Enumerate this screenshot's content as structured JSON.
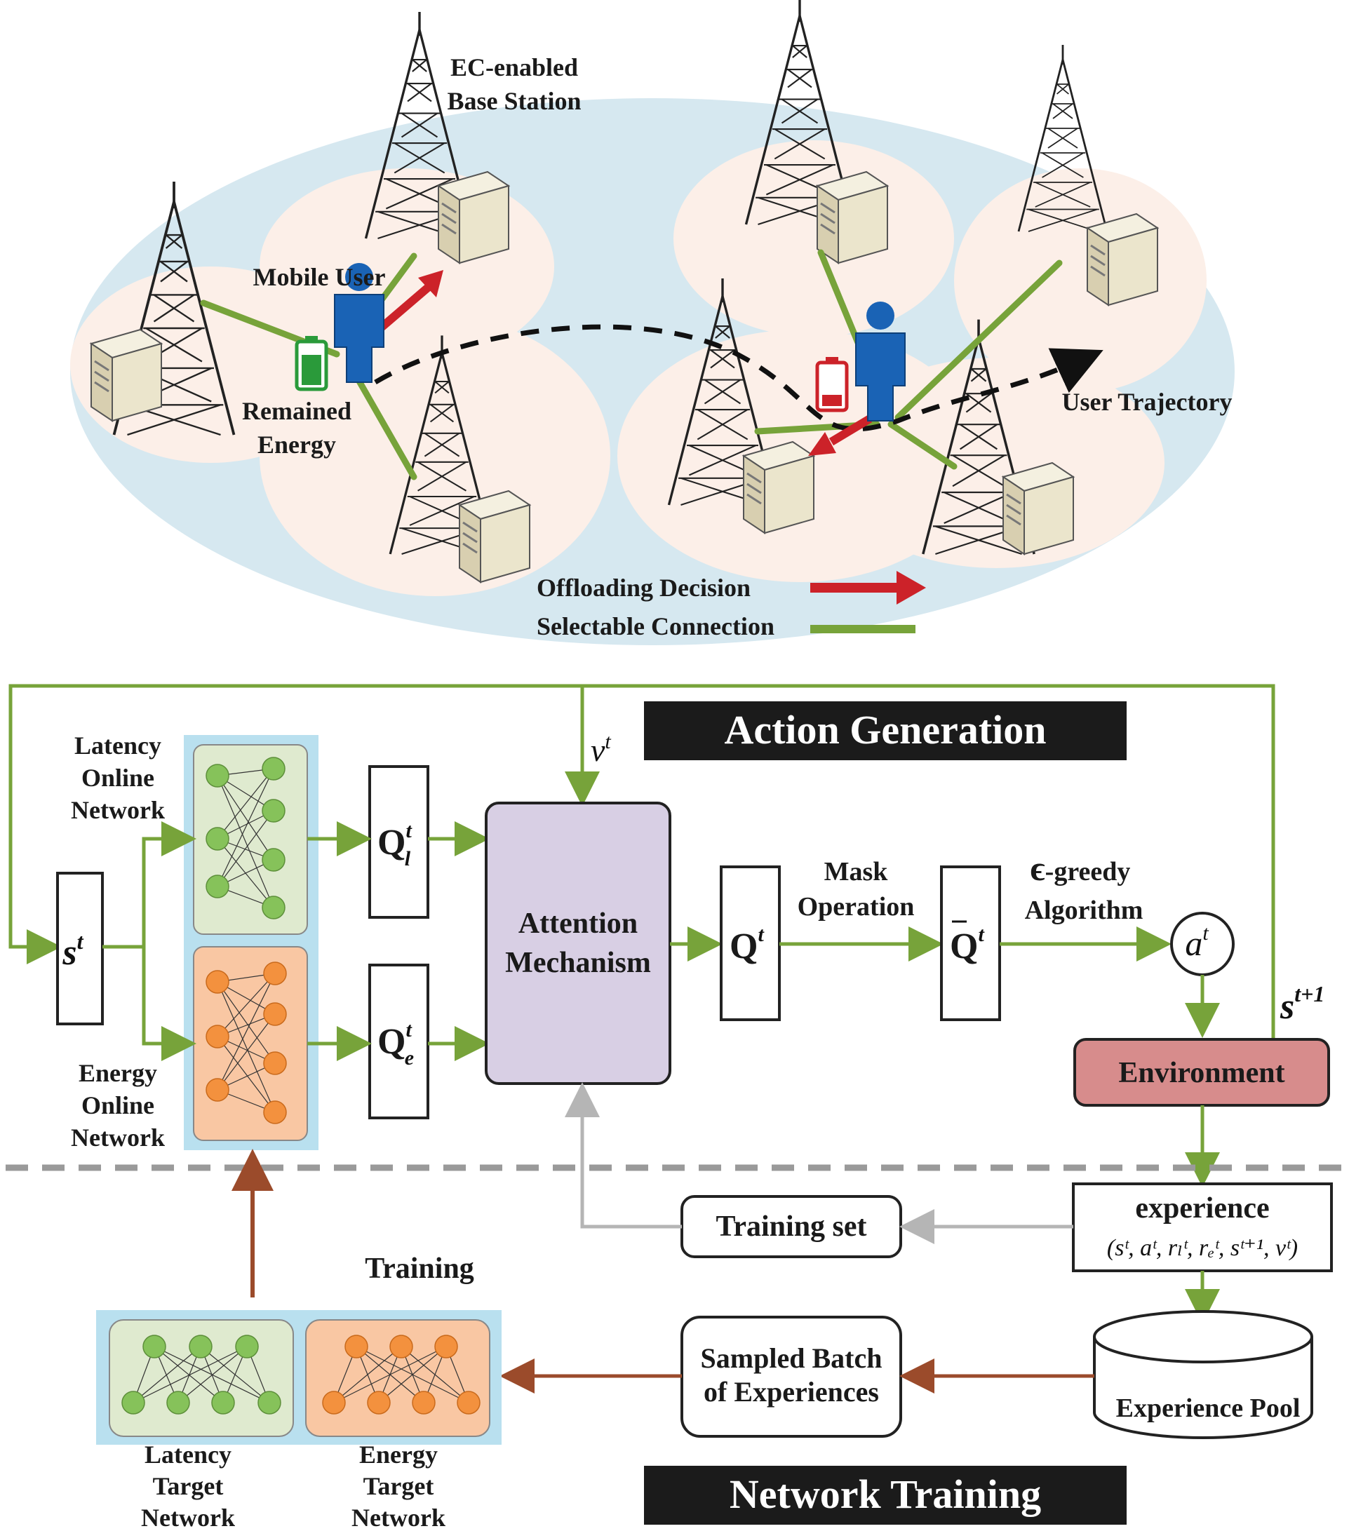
{
  "top": {
    "base_station_label_1": "EC-enabled",
    "base_station_label_2": "Base Station",
    "mobile_user_label": "Mobile User",
    "remained_energy_1": "Remained",
    "remained_energy_2": "Energy",
    "user_trajectory_label": "User Trajectory",
    "legend": {
      "offloading": "Offloading Decision",
      "selectable": "Selectable Connection"
    }
  },
  "headers": {
    "action_generation": "Action Generation",
    "network_training": "Network Training"
  },
  "labels": {
    "latency_online": [
      "Latency",
      "Online",
      "Network"
    ],
    "energy_online": [
      "Energy",
      "Online",
      "Network"
    ],
    "latency_target": [
      "Latency",
      "Target",
      "Network"
    ],
    "energy_target": [
      "Energy",
      "Target",
      "Network"
    ],
    "attention": [
      "Attention",
      "Mechanism"
    ],
    "mask": [
      "Mask",
      "Operation"
    ],
    "greedy_symbol": "ϵ",
    "greedy_rest": "-greedy",
    "greedy_2": "Algorithm",
    "environment": "Environment",
    "experience": "experience",
    "experience_tuple": "(sᵗ, aᵗ, rₗᵗ, rₑᵗ, sᵗ⁺¹, vᵗ)",
    "training_set": "Training set",
    "training": "Training",
    "sampled": [
      "Sampled Batch",
      "of Experiences"
    ],
    "experience_pool": "Experience Pool"
  },
  "symbols": {
    "s_t": "s",
    "s_t_sup": "t",
    "v_t": "v",
    "v_t_sup": "t",
    "Q": "Q",
    "Q_l_sup": "t",
    "Q_l_sub": "l",
    "Q_e_sup": "t",
    "Q_e_sub": "e",
    "Q_t_sup": "t",
    "Qbar_sup": "t",
    "a_t": "a",
    "a_t_sup": "t",
    "s_next": "s",
    "s_next_sup": "t+1"
  },
  "colors": {
    "green_line": "#77a33a",
    "red_arrow": "#cc2229",
    "brown_arrow": "#9b4b2b",
    "gray_arrow": "#b5b5b5",
    "sky": "#d6e8f0",
    "cell": "#fcefe8",
    "latency_fill": "#dfeacf",
    "energy_fill": "#f9c7a3",
    "attention_fill": "#d8cfe4",
    "env_fill": "#d78c8c",
    "network_panel": "#b9e0ef",
    "header_fill": "#1b1b1b"
  }
}
